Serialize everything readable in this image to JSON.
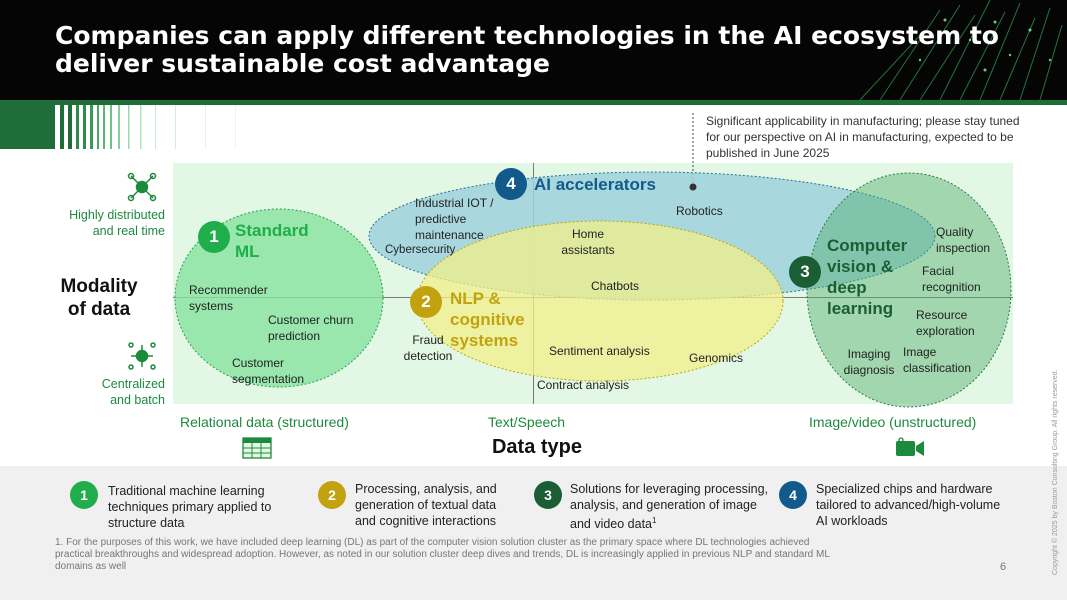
{
  "header": {
    "title": "Companies can apply different technologies in the AI ecosystem to deliver sustainable cost advantage"
  },
  "top_note": "Significant applicability in manufacturing; please stay tuned for our perspective on AI in manufacturing, expected to be published in June 2025",
  "y_axis": {
    "title": "Modality of data",
    "top_label": "Highly distributed and real time",
    "bottom_label": "Centralized and batch"
  },
  "x_axis": {
    "title": "Data type",
    "left_label": "Relational data (structured)",
    "mid_label": "Text/Speech",
    "right_label": "Image/video (unstructured)"
  },
  "clusters": {
    "c1": {
      "num": "1",
      "title": "Standard ML",
      "color": "#1fae4b",
      "items": [
        "Recommender systems",
        "Customer churn prediction",
        "Customer segmentation"
      ]
    },
    "c2": {
      "num": "2",
      "title": "NLP & cognitive systems",
      "color": "#c2a30f",
      "items": [
        "Fraud detection",
        "Home assistants",
        "Chatbots",
        "Sentiment analysis",
        "Genomics",
        "Contract analysis"
      ]
    },
    "c3": {
      "num": "3",
      "title": "Computer vision & deep learning",
      "color": "#1b5e35",
      "items": [
        "Quality inspection",
        "Facial recognition",
        "Resource exploration",
        "Imaging diagnosis",
        "Image classification"
      ]
    },
    "c4": {
      "num": "4",
      "title": "AI accelerators",
      "color": "#125a8c",
      "items": [
        "Industrial IOT / predictive maintenance",
        "Cybersecurity",
        "Robotics"
      ]
    }
  },
  "legend": [
    {
      "num": "1",
      "text": "Traditional machine learning techniques primary applied to structure data"
    },
    {
      "num": "2",
      "text": "Processing, analysis, and generation of textual data and cognitive interactions"
    },
    {
      "num": "3",
      "text": "Solutions for leveraging processing, analysis, and generation of image and video data",
      "sup": "1"
    },
    {
      "num": "4",
      "text": "Specialized chips and hardware tailored to advanced/high-volume AI workloads"
    }
  ],
  "footnote": "1. For the purposes of this work, we have included deep learning (DL) as part of the computer vision solution cluster as the primary space where DL technologies achieved practical breakthroughs and widespread adoption. However, as noted in our solution cluster deep dives and trends, DL is increasingly applied in previous NLP and standard ML domains as well",
  "page_number": "6",
  "copyright": "Copyright © 2025 by Boston Consulting Group. All rights reserved."
}
